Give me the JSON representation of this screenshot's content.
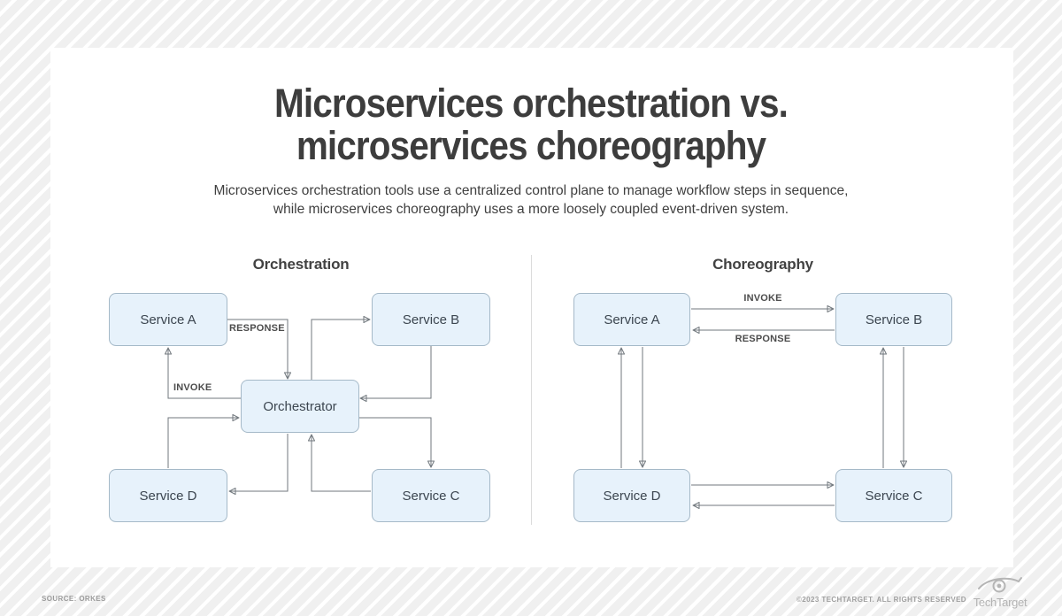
{
  "page": {
    "title_line1": "Microservices orchestration vs.",
    "title_line2": "microservices choreography",
    "subtitle_line1": "Microservices orchestration tools use a centralized control plane to manage workflow steps in sequence,",
    "subtitle_line2": "while microservices choreography uses a more loosely coupled event-driven system."
  },
  "orchestration": {
    "heading": "Orchestration",
    "nodes": {
      "service_a": "Service A",
      "service_b": "Service B",
      "service_c": "Service C",
      "service_d": "Service D",
      "orchestrator": "Orchestrator"
    },
    "edge_labels": {
      "response": "RESPONSE",
      "invoke": "INVOKE"
    },
    "edges": [
      {
        "from": "Service A",
        "to": "Orchestrator",
        "label": "RESPONSE"
      },
      {
        "from": "Orchestrator",
        "to": "Service A",
        "label": "INVOKE"
      },
      {
        "from": "Orchestrator",
        "to": "Service B",
        "label": ""
      },
      {
        "from": "Service B",
        "to": "Orchestrator",
        "label": ""
      },
      {
        "from": "Orchestrator",
        "to": "Service C",
        "label": ""
      },
      {
        "from": "Service C",
        "to": "Orchestrator",
        "label": ""
      },
      {
        "from": "Orchestrator",
        "to": "Service D",
        "label": ""
      },
      {
        "from": "Service D",
        "to": "Orchestrator",
        "label": ""
      }
    ]
  },
  "choreography": {
    "heading": "Choreography",
    "nodes": {
      "service_a": "Service A",
      "service_b": "Service B",
      "service_c": "Service C",
      "service_d": "Service D"
    },
    "edge_labels": {
      "invoke": "INVOKE",
      "response": "RESPONSE"
    },
    "edges": [
      {
        "from": "Service A",
        "to": "Service B",
        "label": "INVOKE"
      },
      {
        "from": "Service B",
        "to": "Service A",
        "label": "RESPONSE"
      },
      {
        "from": "Service D",
        "to": "Service A",
        "label": ""
      },
      {
        "from": "Service A",
        "to": "Service D",
        "label": ""
      },
      {
        "from": "Service C",
        "to": "Service B",
        "label": ""
      },
      {
        "from": "Service B",
        "to": "Service C",
        "label": ""
      },
      {
        "from": "Service D",
        "to": "Service C",
        "label": ""
      },
      {
        "from": "Service C",
        "to": "Service D",
        "label": ""
      }
    ]
  },
  "footer": {
    "source": "SOURCE: ORKES",
    "copyright": "©2023 TECHTARGET. ALL RIGHTS RESERVED",
    "logo_text": "TechTarget"
  },
  "colors": {
    "node_fill": "#e7f2fb",
    "node_border": "#a5b9c8",
    "arrow": "#70777d",
    "title_text": "#3d3d3d",
    "node_text": "#3c4650",
    "footer_text": "#a0a0a0",
    "background_stripe": "#f0f0f0",
    "card_background": "#ffffff"
  }
}
